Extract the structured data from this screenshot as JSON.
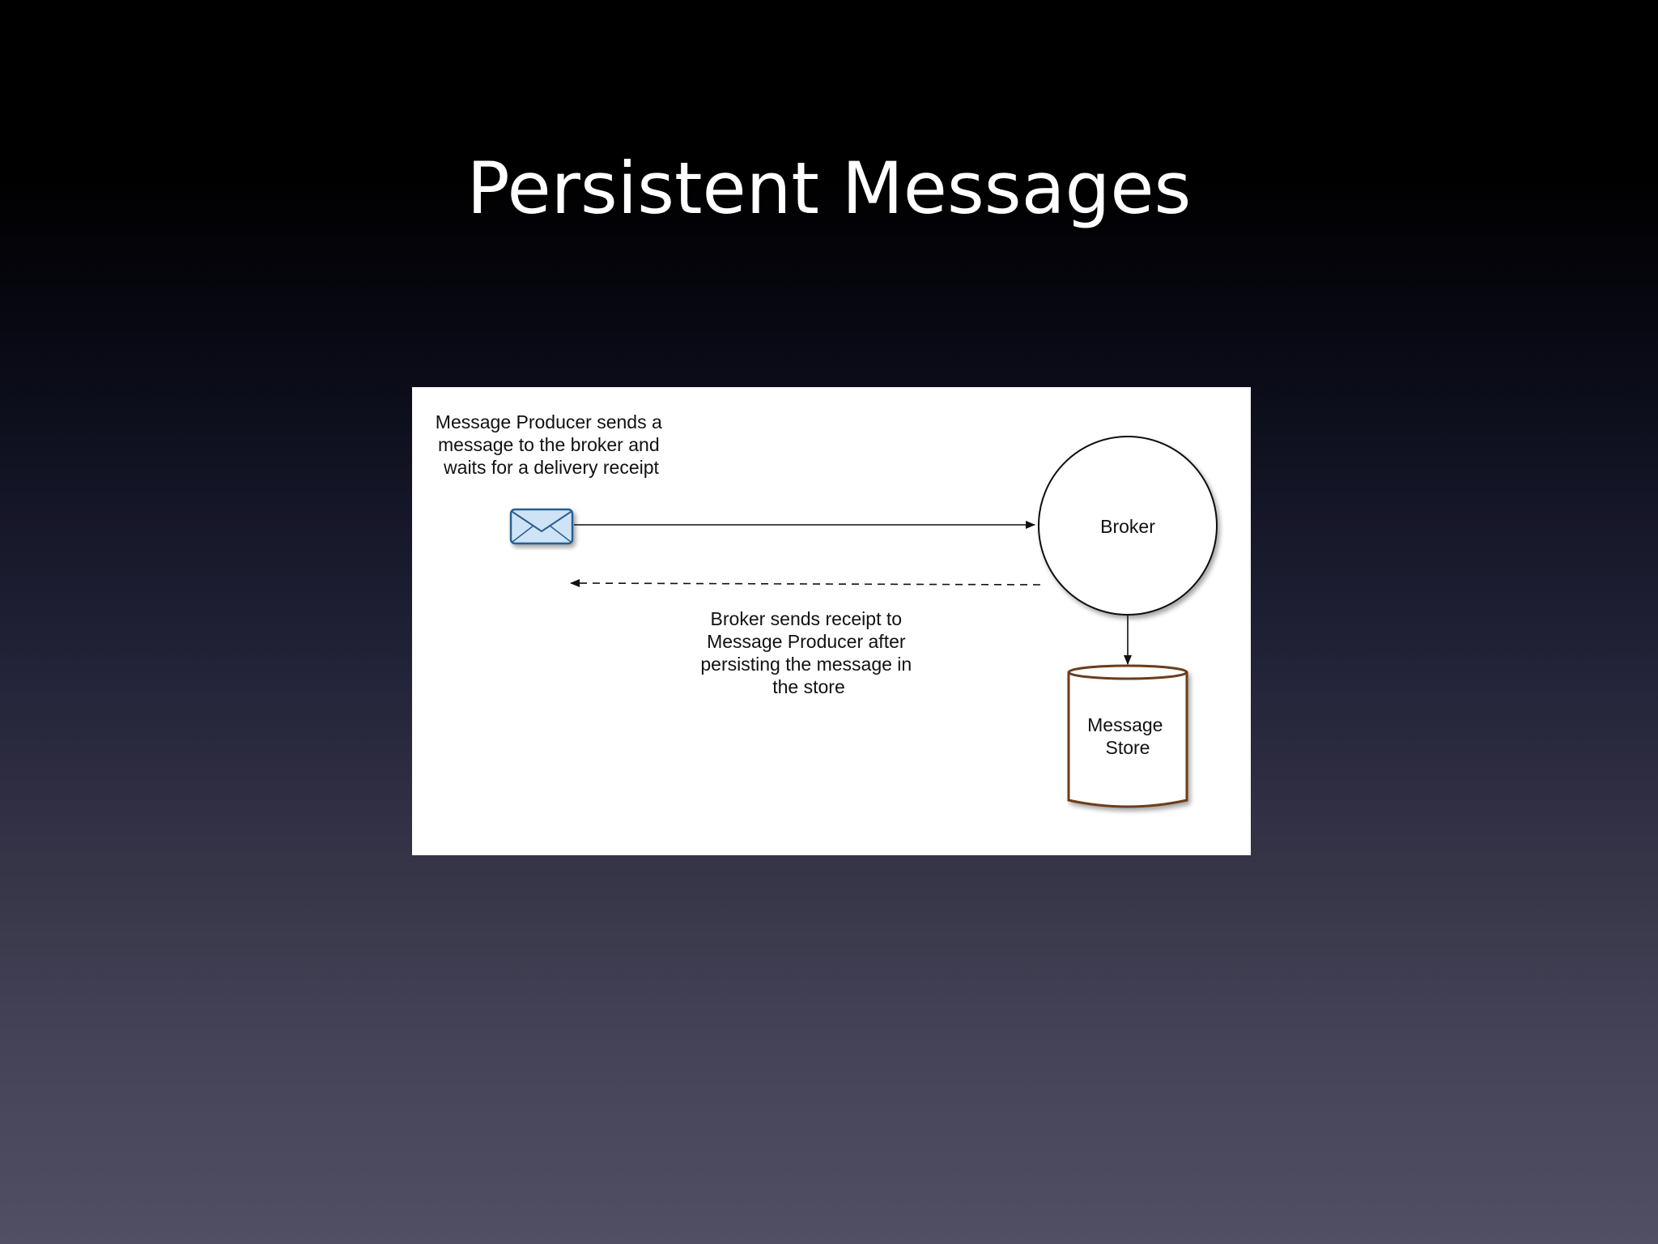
{
  "slide": {
    "title": "Persistent Messages"
  },
  "diagram": {
    "producer_note": [
      "Message Producer sends a",
      "message to the broker and",
      "waits for a delivery receipt"
    ],
    "broker_label": "Broker",
    "receipt_note": [
      "Broker sends receipt to",
      "Message Producer after",
      "persisting the message in",
      "the store"
    ],
    "store_label": [
      "Message",
      "Store"
    ]
  },
  "colors": {
    "panel_background": "#ffffff",
    "envelope_fill": "#cfe3f7",
    "envelope_stroke": "#2a5f8f",
    "store_stroke": "#6b3d1c",
    "line_color": "#111111"
  }
}
